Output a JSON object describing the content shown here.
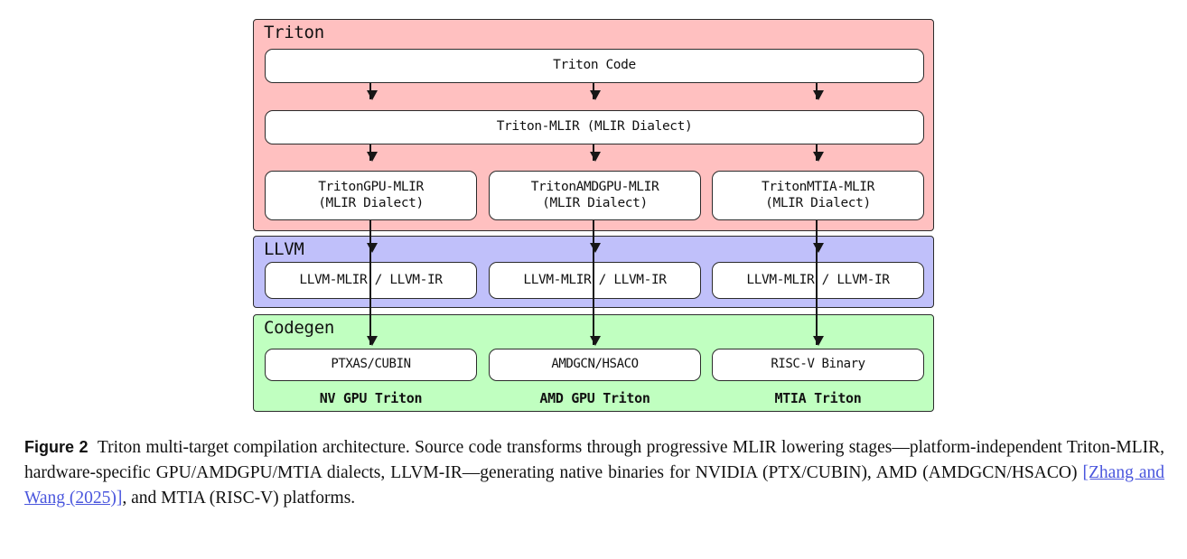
{
  "figure": {
    "panels": [
      {
        "title": "Triton",
        "color": "#ffc0c0",
        "nodes": {
          "code": "Triton Code",
          "mlir": "Triton-MLIR (MLIR Dialect)",
          "dialects": [
            {
              "line1": "TritonGPU-MLIR",
              "line2": "(MLIR Dialect)"
            },
            {
              "line1": "TritonAMDGPU-MLIR",
              "line2": "(MLIR Dialect)"
            },
            {
              "line1": "TritonMTIA-MLIR",
              "line2": "(MLIR Dialect)"
            }
          ]
        }
      },
      {
        "title": "LLVM",
        "color": "#c0c0fa",
        "nodes": {
          "boxes": [
            "LLVM-MLIR / LLVM-IR",
            "LLVM-MLIR / LLVM-IR",
            "LLVM-MLIR / LLVM-IR"
          ]
        }
      },
      {
        "title": "Codegen",
        "color": "#c0ffc0",
        "nodes": {
          "boxes": [
            "PTXAS/CUBIN",
            "AMDGCN/HSACO",
            "RISC-V Binary"
          ],
          "targets": [
            "NV GPU Triton",
            "AMD GPU Triton",
            "MTIA Triton"
          ]
        }
      }
    ]
  },
  "caption": {
    "label": "Figure 2",
    "text_before": "Triton multi-target compilation architecture. Source code transforms through progressive MLIR lowering stages—platform-independent Triton-MLIR, hardware-specific GPU/AMDGPU/MTIA dialects, LLVM-IR—generating native binaries for NVIDIA (PTX/CUBIN), AMD (AMDGCN/HSACO)",
    "citation": "[Zhang and Wang (2025)]",
    "text_after": ", and MTIA (RISC-V) platforms."
  }
}
